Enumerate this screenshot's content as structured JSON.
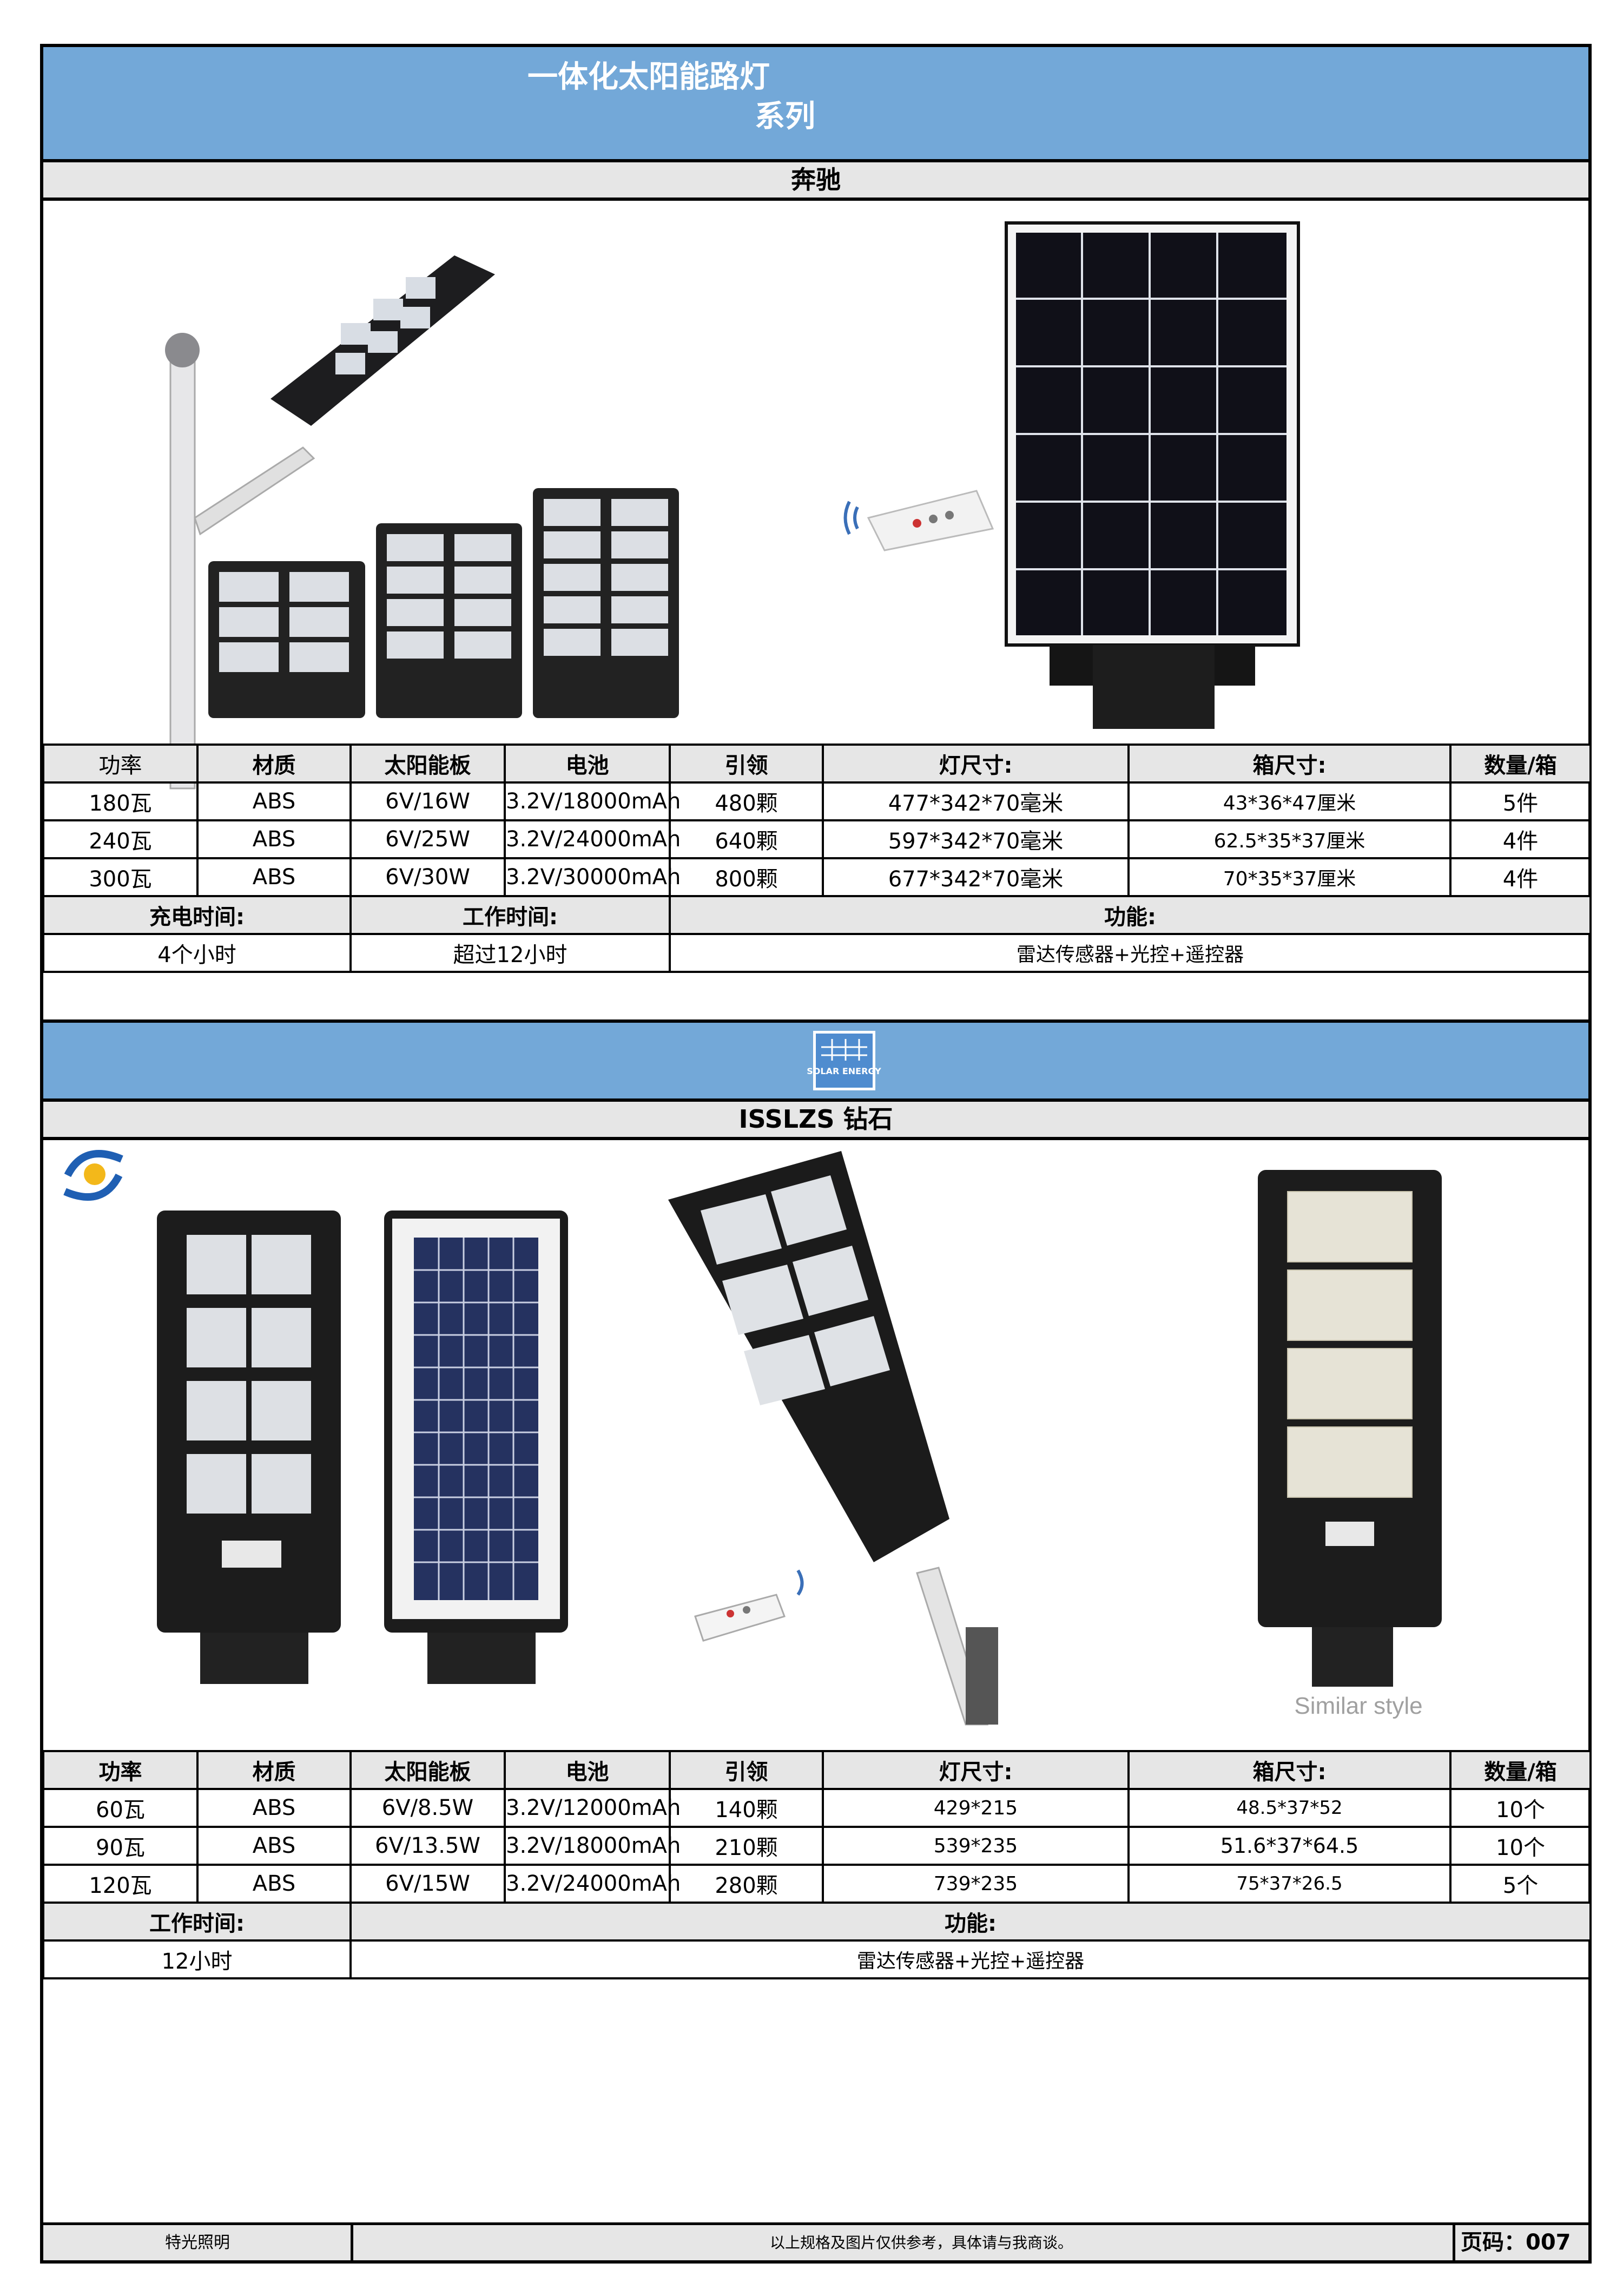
{
  "header": {
    "title_line1": "一体化太阳能路灯",
    "title_line2": "系列"
  },
  "section1": {
    "name": "奔驰",
    "columns": [
      "功率",
      "材质",
      "太阳能板",
      "电池",
      "引领",
      "灯尺寸:",
      "箱尺寸:",
      "数量/箱"
    ],
    "rows": [
      [
        "180瓦",
        "ABS",
        "6V/16W",
        "3.2V/18000mAh",
        "480颗",
        "477*342*70毫米",
        "43*36*47厘米",
        "5件"
      ],
      [
        "240瓦",
        "ABS",
        "6V/25W",
        "3.2V/24000mAh",
        "640颗",
        "597*342*70毫米",
        "62.5*35*37厘米",
        "4件"
      ],
      [
        "300瓦",
        "ABS",
        "6V/30W",
        "3.2V/30000mAh",
        "800颗",
        "677*342*70毫米",
        "70*35*37厘米",
        "4件"
      ]
    ],
    "extra_labels": [
      "充电时间:",
      "工作时间:",
      "功能:"
    ],
    "extra_values": [
      "4个小时",
      "超过12小时",
      "雷达传感器+光控+遥控器"
    ]
  },
  "section2": {
    "logo_text": "SOLAR ENERGY",
    "name": "ISSLZS 钻石",
    "similar_style": "Similar style",
    "columns": [
      "功率",
      "材质",
      "太阳能板",
      "电池",
      "引领",
      "灯尺寸:",
      "箱尺寸:",
      "数量/箱"
    ],
    "rows": [
      [
        "60瓦",
        "ABS",
        "6V/8.5W",
        "3.2V/12000mAh",
        "140颗",
        "429*215",
        "48.5*37*52",
        "10个"
      ],
      [
        "90瓦",
        "ABS",
        "6V/13.5W",
        "3.2V/18000mAh",
        "210颗",
        "539*235",
        "51.6*37*64.5",
        "10个"
      ],
      [
        "120瓦",
        "ABS",
        "6V/15W",
        "3.2V/24000mAh",
        "280颗",
        "739*235",
        "75*37*26.5",
        "5个"
      ]
    ],
    "extra_labels": [
      "工作时间:",
      "功能:"
    ],
    "extra_values": [
      "12小时",
      "雷达传感器+光控+遥控器"
    ]
  },
  "footer": {
    "company": "特光照明",
    "note": "以上规格及图片仅供参考，具体请与我商谈。",
    "page": "页码：007"
  }
}
